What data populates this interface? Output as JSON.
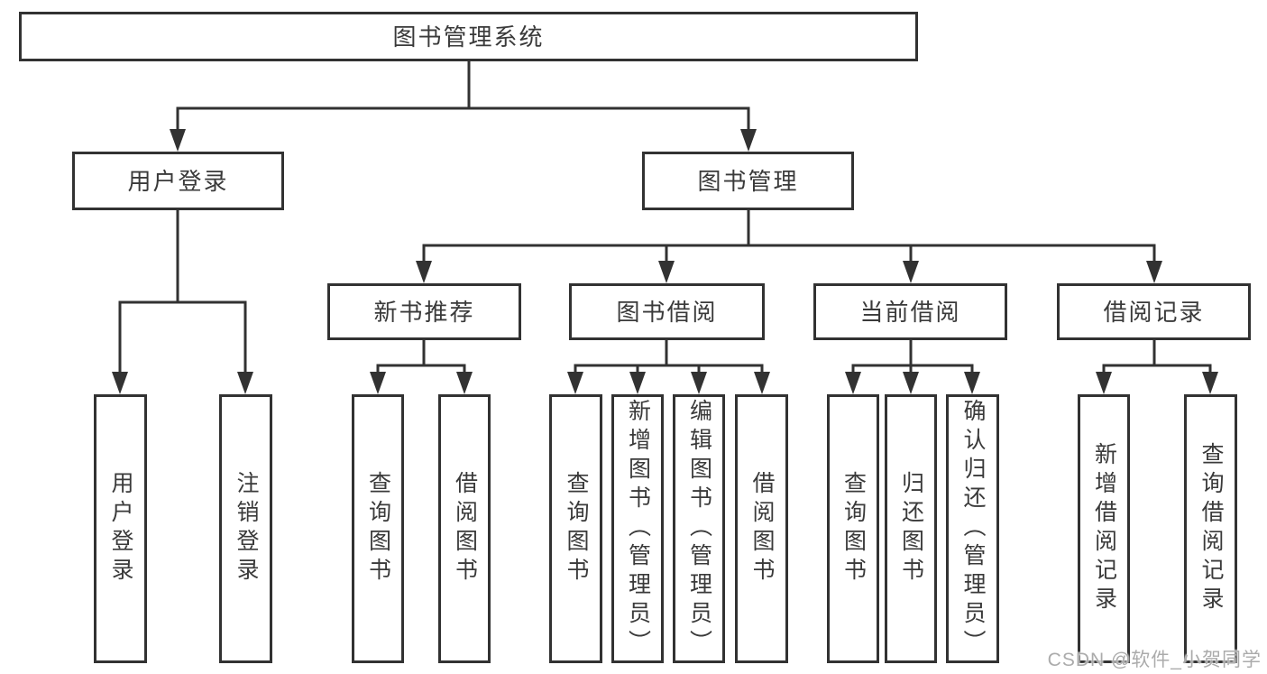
{
  "diagram": {
    "root": {
      "label": "图书管理系统"
    },
    "branches": [
      {
        "label": "用户登录",
        "children": [
          {
            "label": "用户登录"
          },
          {
            "label": "注销登录"
          }
        ]
      },
      {
        "label": "图书管理",
        "children": [
          {
            "label": "新书推荐",
            "children": [
              {
                "label": "查询图书"
              },
              {
                "label": "借阅图书"
              }
            ]
          },
          {
            "label": "图书借阅",
            "children": [
              {
                "label": "查询图书"
              },
              {
                "label": "新增图书（管理员）"
              },
              {
                "label": "编辑图书（管理员）"
              },
              {
                "label": "借阅图书"
              }
            ]
          },
          {
            "label": "当前借阅",
            "children": [
              {
                "label": "查询图书"
              },
              {
                "label": "归还图书"
              },
              {
                "label": "确认归还（管理员）"
              }
            ]
          },
          {
            "label": "借阅记录",
            "children": [
              {
                "label": "新增借阅记录"
              },
              {
                "label": "查询借阅记录"
              }
            ]
          }
        ]
      }
    ]
  },
  "watermark": {
    "text": "CSDN @软件_小贺同学"
  },
  "colors": {
    "line": "#323232",
    "text": "#3a3a3a",
    "watermark": "#ababab",
    "background": "#ffffff"
  }
}
